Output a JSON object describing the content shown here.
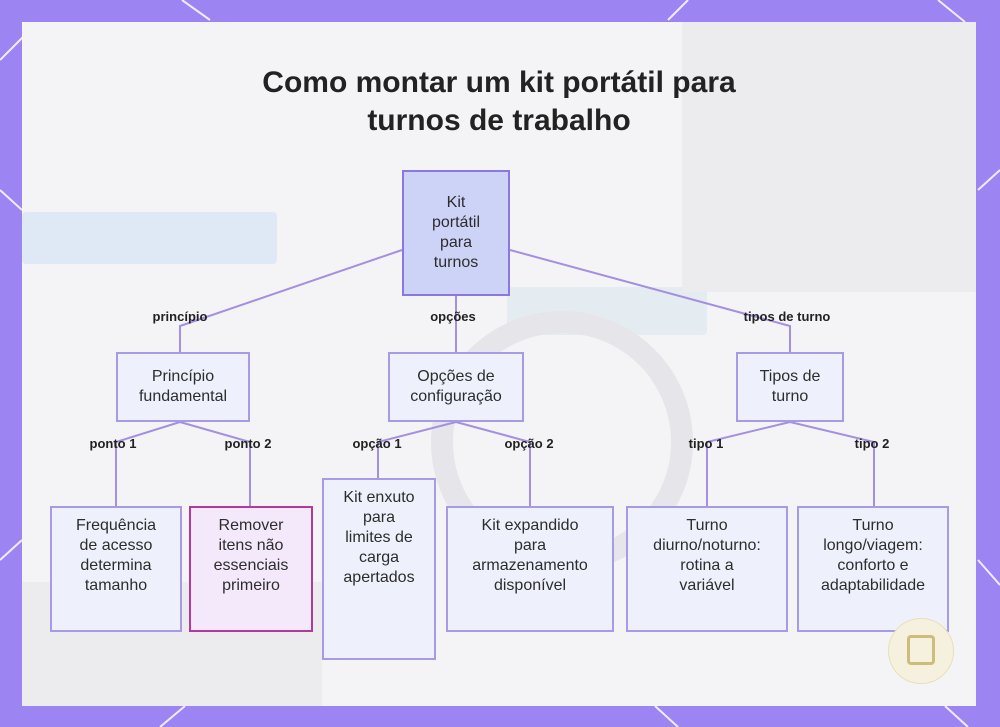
{
  "title": {
    "line1": "Como montar um kit portátil para",
    "line2": "turnos de trabalho"
  },
  "nodes": {
    "root": [
      "Kit",
      "portátil",
      "para",
      "turnos"
    ],
    "principio": [
      "Princípio",
      "fundamental"
    ],
    "opcoes": [
      "Opções de",
      "configuração"
    ],
    "tipos": [
      "Tipos de",
      "turno"
    ],
    "frequencia": [
      "Frequência",
      "de acesso",
      "determina",
      "tamanho"
    ],
    "remover": [
      "Remover",
      "itens não",
      "essenciais",
      "primeiro"
    ],
    "enxuto": [
      "Kit enxuto",
      "para",
      "limites de",
      "carga",
      "apertados"
    ],
    "expandido": [
      "Kit expandido",
      "para",
      "armazenamento",
      "disponível"
    ],
    "diurno": [
      "Turno",
      "diurno/noturno:",
      "rotina a",
      "variável"
    ],
    "longo": [
      "Turno",
      "longo/viagem:",
      "conforto e",
      "adaptabilidade"
    ]
  },
  "edge_labels": {
    "principio": "princípio",
    "opcoes": "opções",
    "tipos": "tipos de turno",
    "ponto1": "ponto 1",
    "ponto2": "ponto 2",
    "opcao1": "opção 1",
    "opcao2": "opção 2",
    "tipo1": "tipo 1",
    "tipo2": "tipo 2"
  },
  "colors": {
    "frame": "#9d84f3",
    "connector": "#a58fe0",
    "node_border": "#a79be8",
    "root_fill": "#cdd3f7",
    "highlight_border": "#b23a9a"
  },
  "icons": {
    "corner": "app-logo-icon"
  }
}
